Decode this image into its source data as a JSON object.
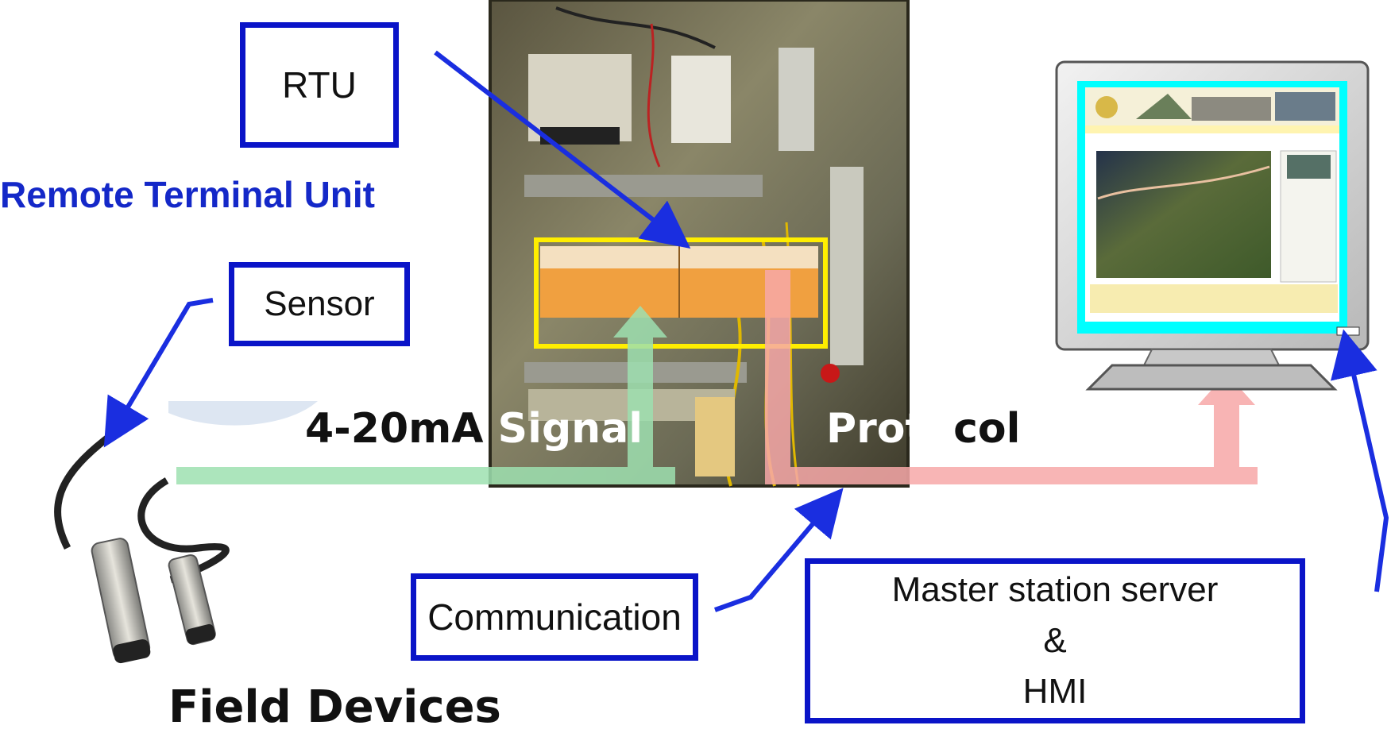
{
  "labels": {
    "rtu": "RTU",
    "rtu_full": "Remote Terminal Unit",
    "sensor": "Sensor",
    "signal_a": "4-20mA ",
    "signal_b": "Signal",
    "protocol_a": "Proto",
    "protocol_b": "col",
    "communication": "Communication",
    "master_line1": "Master station server",
    "master_line2": "&",
    "master_line3": "HMI",
    "field_devices": "Field Devices"
  },
  "colors": {
    "box_border": "#0a14c8",
    "arrow": "#1a2ee0",
    "title_blue": "#1428c8",
    "signal_green": "#9ee0b0",
    "protocol_red": "#f7a8a8",
    "rtu_highlight": "#ffee00"
  },
  "icons": [
    "sensor-probe-icon",
    "monitor-icon",
    "control-cabinet-photo"
  ]
}
